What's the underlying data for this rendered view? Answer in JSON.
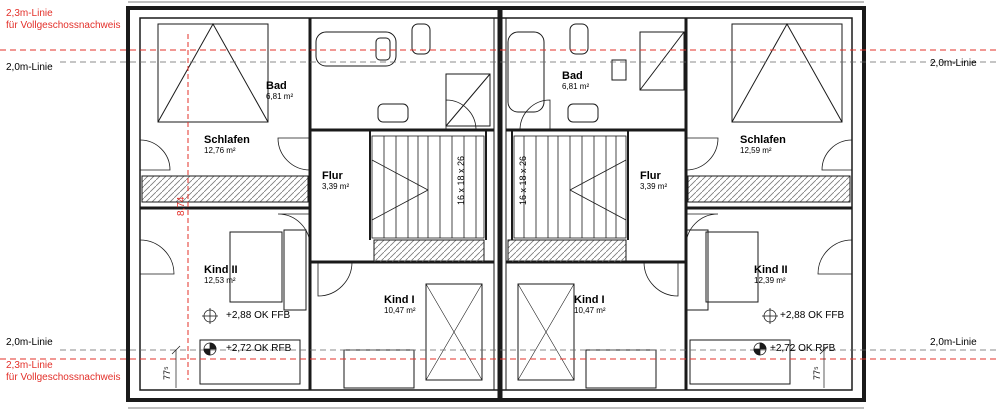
{
  "annotations": {
    "left_top_red_1": "2,3m-Linie",
    "left_top_red_2": "für Vollgeschossnachweis",
    "left_top_black": "2,0m-Linie",
    "right_top_black": "2,0m-Linie",
    "left_bottom_black": "2,0m-Linie",
    "left_bottom_red_1": "2,3m-Linie",
    "left_bottom_red_2": "für Vollgeschossnachweis",
    "right_bottom_black": "2,0m-Linie"
  },
  "dimensions": {
    "height_left": "8,74",
    "bottom_left": "77⁵",
    "bottom_right": "77⁵",
    "stair_left": "16 x 18 x 26",
    "stair_right": "16 x 18 x 26"
  },
  "levels": {
    "left_ok": "+2,88 OK FFB",
    "left_rfb": "+2,72 OK RFB",
    "right_ok": "+2,88 OK FFB",
    "right_rfb": "+2,72 OK RFB"
  },
  "rooms": {
    "bad_l": {
      "name": "Bad",
      "area": "6,81 m²"
    },
    "schlafen_l": {
      "name": "Schlafen",
      "area": "12,76 m²"
    },
    "flur_l": {
      "name": "Flur",
      "area": "3,39 m²"
    },
    "kind2_l": {
      "name": "Kind II",
      "area": "12,53 m²"
    },
    "kind1_l": {
      "name": "Kind I",
      "area": "10,47 m²"
    },
    "bad_r": {
      "name": "Bad",
      "area": "6,81 m²"
    },
    "schlafen_r": {
      "name": "Schlafen",
      "area": "12,59 m²"
    },
    "flur_r": {
      "name": "Flur",
      "area": "3,39 m²"
    },
    "kind2_r": {
      "name": "Kind II",
      "area": "12,39 m²"
    },
    "kind1_r": {
      "name": "Kind I",
      "area": "10,47 m²"
    }
  },
  "colors": {
    "wall": "#1a1a1a",
    "reference_line": "#e3302a",
    "hatch": "#7a7a7a"
  }
}
